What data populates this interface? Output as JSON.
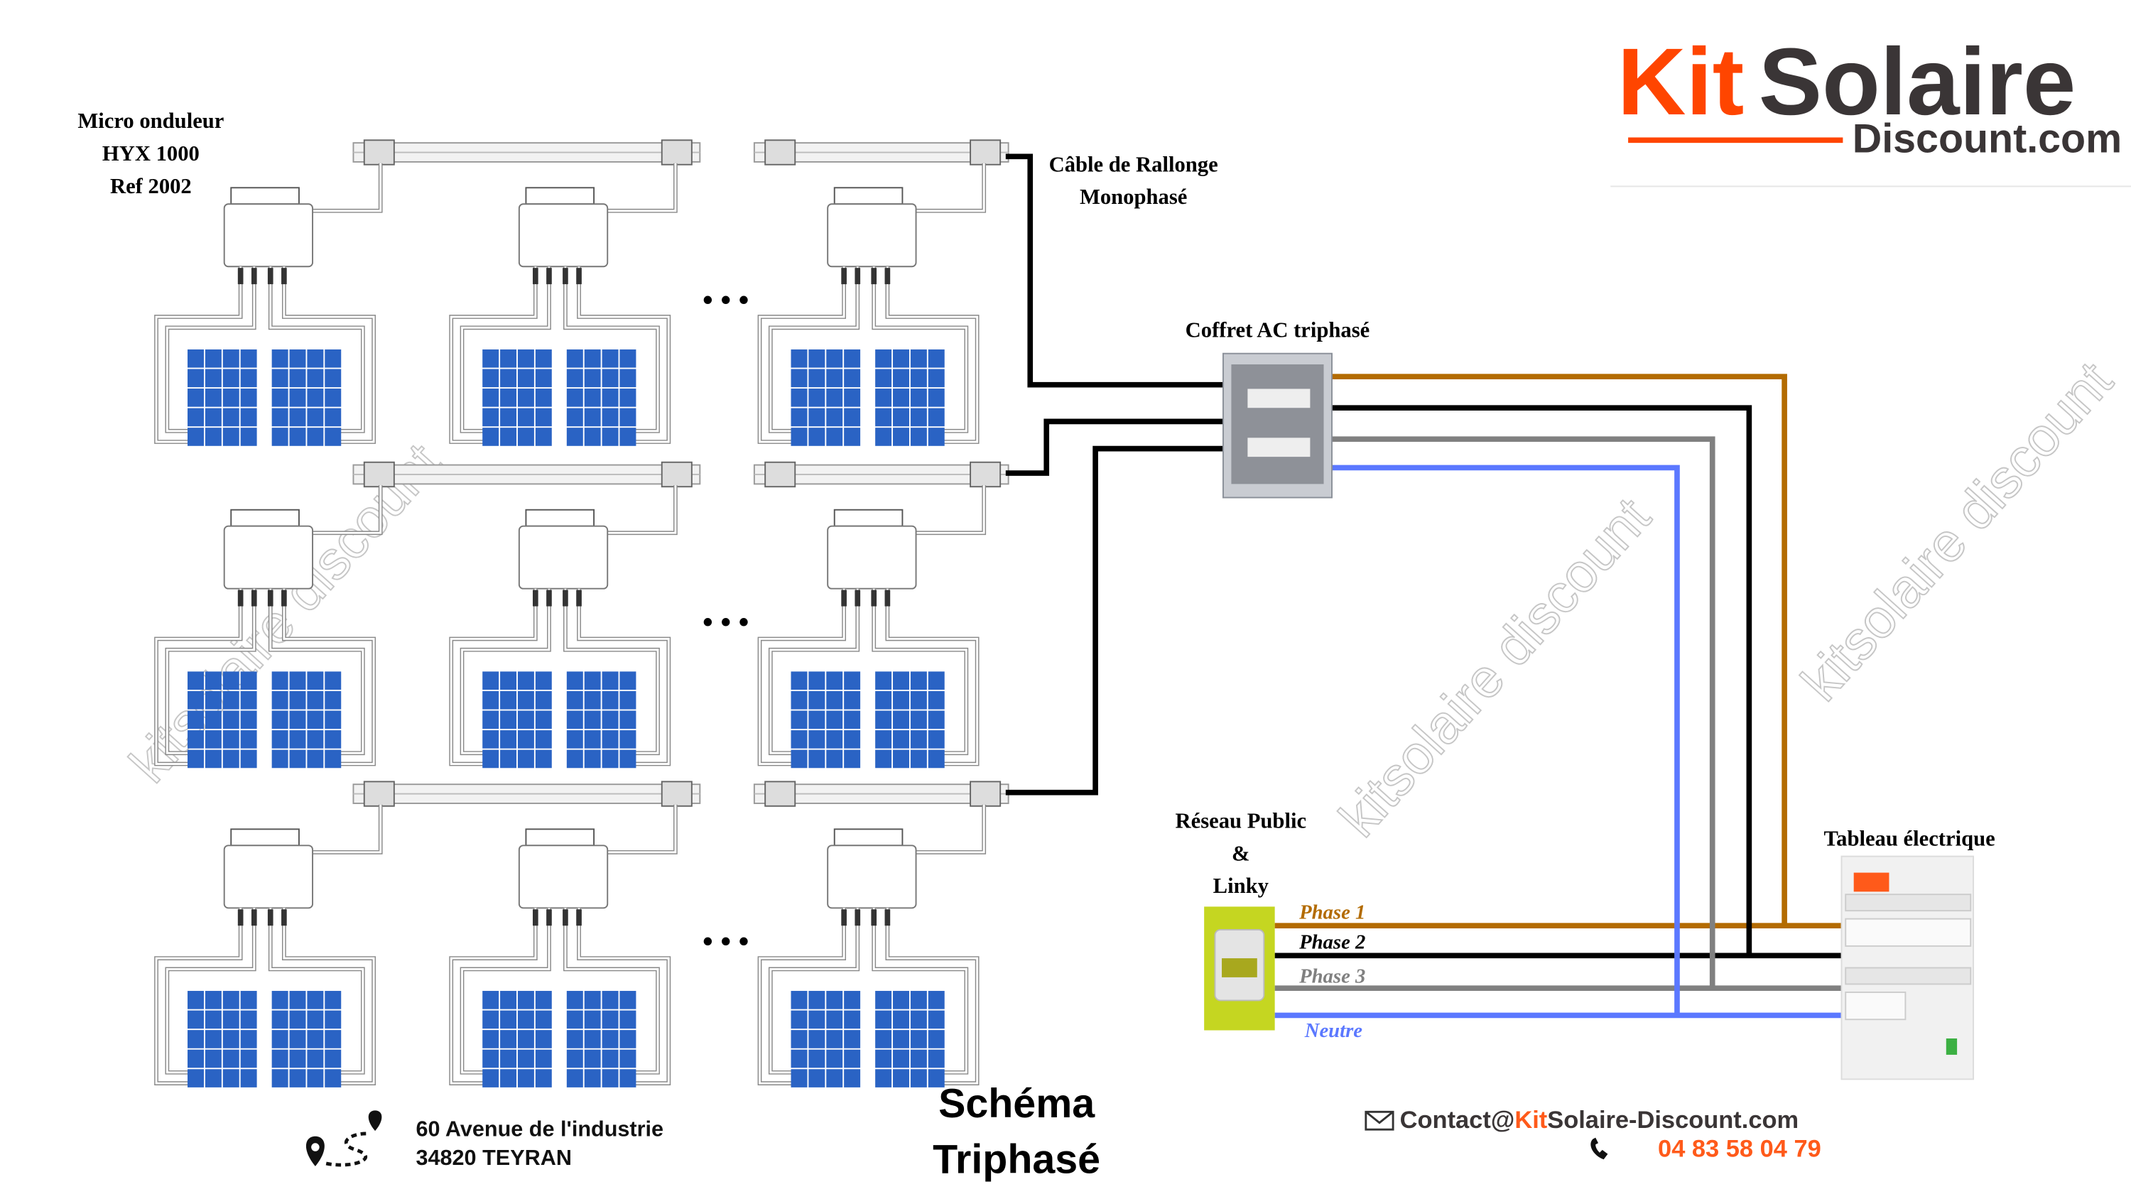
{
  "logo": {
    "kit": "Kit",
    "solaire": "Solaire",
    "discount": "Discount.com"
  },
  "labels": {
    "inverter": [
      "Micro onduleur",
      "HYX 1000",
      "Ref 2002"
    ],
    "extension_cable": [
      "Câble de Rallonge",
      "Monophasé"
    ],
    "ac_box": "Coffret AC triphasé",
    "grid": [
      "Réseau Public",
      "&",
      "Linky"
    ],
    "panel_board": "Tableau électrique",
    "ellipsis": "• • •"
  },
  "wires": [
    {
      "label": "Phase 1",
      "color": "#b36b00"
    },
    {
      "label": "Phase 2",
      "color": "#000000"
    },
    {
      "label": "Phase 3",
      "color": "#808080"
    },
    {
      "label": "Neutre",
      "color": "#5b78ff"
    }
  ],
  "title": [
    "Schéma",
    "Triphasé"
  ],
  "address": {
    "line1": "60 Avenue de l'industrie",
    "line2": "34820 TEYRAN"
  },
  "contact": {
    "email_prefix": "Contact@",
    "email_kit": "Kit",
    "email_rest": "Solaire-Discount.com",
    "phone": "04 83 58 04 79"
  },
  "watermark": "kitsolaire discount",
  "colors": {
    "brand_orange": "#ff4500",
    "brand_dark": "#3a3536",
    "panel_blue": "#2a63c4",
    "linky_green": "#c5d621"
  },
  "icons": [
    "map-pin-icon",
    "envelope-icon",
    "phone-icon"
  ]
}
